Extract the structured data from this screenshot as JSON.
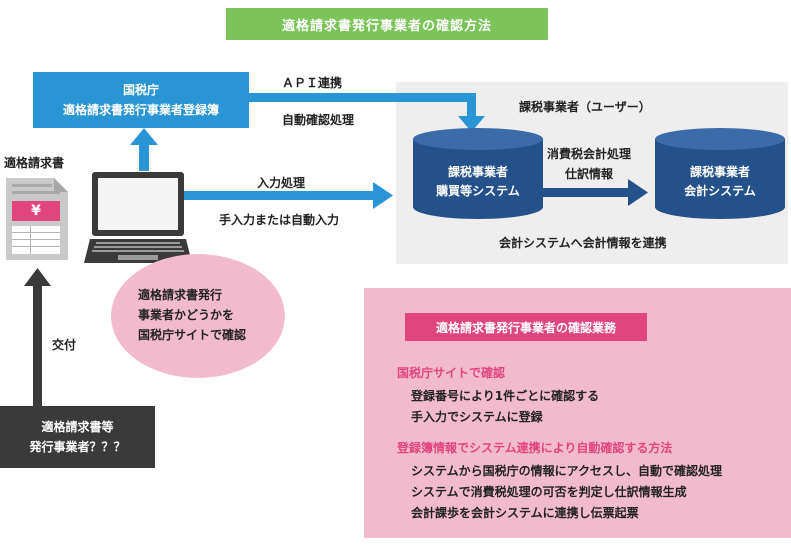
{
  "title": "適格請求書発行事業者の確認方法",
  "nta_box": {
    "line1": "国税庁",
    "line2": "適格請求書発行事業者登録簿"
  },
  "api_label": "ＡＰＩ連携",
  "auto_check_label": "自動確認処理",
  "input_label": "入力処理",
  "manual_auto_label": "手入力または自動入力",
  "taxable_business_label": "課税事業者（ユーザー）",
  "purchase_system": {
    "line1": "課税事業者",
    "line2": "購買等システム"
  },
  "accounting_system": {
    "line1": "課税事業者",
    "line2": "会計システム"
  },
  "flow_label": {
    "line1": "消費税会計処理",
    "line2": "仕訳情報"
  },
  "link_label": "会計システムへ会計情報を連携",
  "invoice_label": "適格請求書",
  "yen_symbol": "¥",
  "oval_text": {
    "line1": "適格請求書発行",
    "line2": "事業者かどうかを",
    "line3": "国税庁サイトで確認"
  },
  "delivery_label": "交付",
  "issuer_box": {
    "line1": "適格請求書等",
    "line2": "発行事業者？？？"
  },
  "tasks": {
    "header": "適格請求書発行事業者の確認業務",
    "section1": {
      "title": "国税庁サイトで確認",
      "items": [
        "登録番号により1件ごとに確認する",
        "手入力でシステムに登録"
      ]
    },
    "section2": {
      "title": "登録簿情報でシステム連携により自動確認する方法",
      "items": [
        "システムから国税庁の情報にアクセスし、自動で確認処理",
        "システムで消費税処理の可否を判定し仕訳情報生成",
        "会計課歩を会計システムに連携し伝票起票"
      ]
    }
  },
  "colors": {
    "green": "#7cc35a",
    "blue": "#2a95d4",
    "navy": "#24518a",
    "pink": "#e0457e",
    "light_pink": "#f2bacd",
    "dark": "#3a3a3a"
  }
}
